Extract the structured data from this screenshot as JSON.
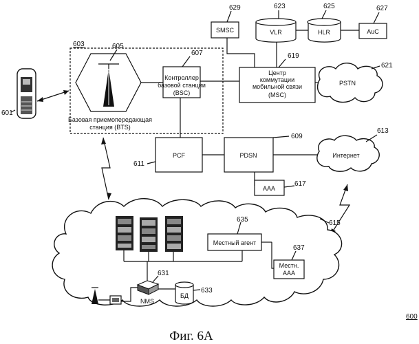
{
  "figure": {
    "caption": "Фиг. 6А",
    "figure_number": "600"
  },
  "nodes": {
    "smsc": {
      "label": "SMSC",
      "ref": "629"
    },
    "vlr": {
      "label": "VLR",
      "ref": "623"
    },
    "hlr": {
      "label": "HLR",
      "ref": "625"
    },
    "auc": {
      "label": "AuC",
      "ref": "627"
    },
    "bts_group": {
      "ref": "603"
    },
    "antenna": {
      "ref": "605"
    },
    "bts": {
      "label_lines": [
        "Базовая приемопередающая",
        "станция (BTS)"
      ]
    },
    "bsc": {
      "label_lines": [
        "Контроллер",
        "базовой станции",
        "(BSC)"
      ],
      "ref": "607"
    },
    "msc": {
      "label_lines": [
        "Центр",
        "коммутации",
        "мобильной связи",
        "(MSC)"
      ],
      "ref": "619"
    },
    "pstn": {
      "label": "PSTN",
      "ref": "621"
    },
    "phone": {
      "ref": "601"
    },
    "pcf": {
      "label": "PCF",
      "ref": "611"
    },
    "pdsn": {
      "label": "PDSN",
      "ref": "609"
    },
    "internet": {
      "label": "Интернет",
      "ref": "613"
    },
    "aaa": {
      "label": "AAA",
      "ref": "617"
    },
    "home_agent": {
      "label": "Местный агент",
      "ref": "635"
    },
    "network_cloud": {
      "ref": "615"
    },
    "local_aaa": {
      "label_lines": [
        "Местн.",
        "AAA"
      ],
      "ref": "637"
    },
    "nms": {
      "label": "NMS",
      "ref": "631"
    },
    "db": {
      "label": "БД",
      "ref": "633"
    }
  }
}
